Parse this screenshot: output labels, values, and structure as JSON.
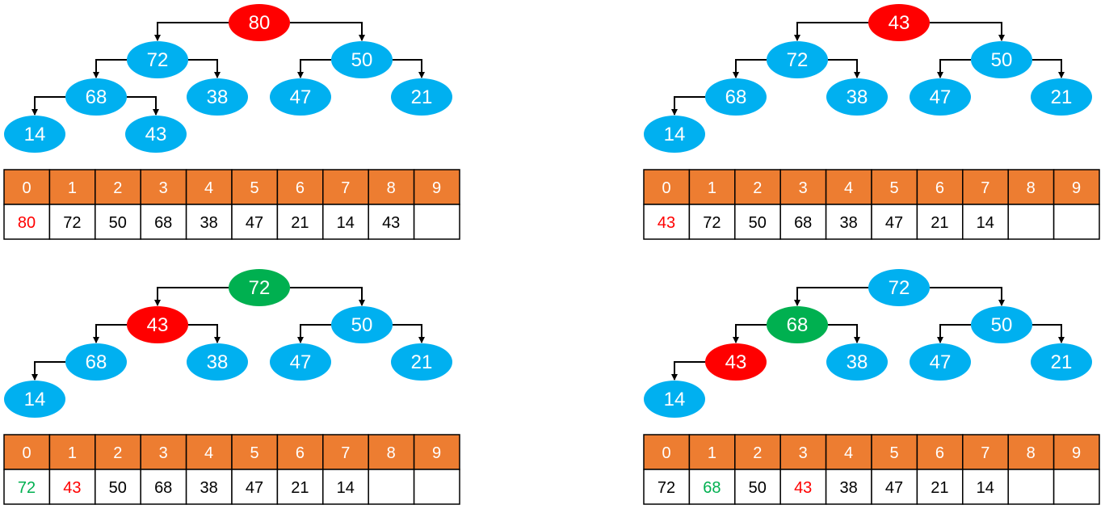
{
  "colors": {
    "node_default": "#00b0f0",
    "node_red": "#ff0000",
    "node_green": "#00b050",
    "header_fill": "#ed7d31",
    "text_black": "#000000",
    "text_red": "#ff0000",
    "text_green": "#00b050",
    "edge": "#000000"
  },
  "panels": [
    {
      "id": "panel-1",
      "nodes": [
        {
          "value": "80",
          "state": "red"
        },
        {
          "value": "72",
          "state": "default"
        },
        {
          "value": "50",
          "state": "default"
        },
        {
          "value": "68",
          "state": "default"
        },
        {
          "value": "38",
          "state": "default"
        },
        {
          "value": "47",
          "state": "default"
        },
        {
          "value": "21",
          "state": "default"
        },
        {
          "value": "14",
          "state": "default"
        },
        {
          "value": "43",
          "state": "default"
        }
      ],
      "indices": [
        "0",
        "1",
        "2",
        "3",
        "4",
        "5",
        "6",
        "7",
        "8",
        "9"
      ],
      "cells": [
        {
          "value": "80",
          "state": "red"
        },
        {
          "value": "72",
          "state": "default"
        },
        {
          "value": "50",
          "state": "default"
        },
        {
          "value": "68",
          "state": "default"
        },
        {
          "value": "38",
          "state": "default"
        },
        {
          "value": "47",
          "state": "default"
        },
        {
          "value": "21",
          "state": "default"
        },
        {
          "value": "14",
          "state": "default"
        },
        {
          "value": "43",
          "state": "default"
        },
        {
          "value": "",
          "state": "default"
        }
      ]
    },
    {
      "id": "panel-2",
      "nodes": [
        {
          "value": "43",
          "state": "red"
        },
        {
          "value": "72",
          "state": "default"
        },
        {
          "value": "50",
          "state": "default"
        },
        {
          "value": "68",
          "state": "default"
        },
        {
          "value": "38",
          "state": "default"
        },
        {
          "value": "47",
          "state": "default"
        },
        {
          "value": "21",
          "state": "default"
        },
        {
          "value": "14",
          "state": "default"
        }
      ],
      "indices": [
        "0",
        "1",
        "2",
        "3",
        "4",
        "5",
        "6",
        "7",
        "8",
        "9"
      ],
      "cells": [
        {
          "value": "43",
          "state": "red"
        },
        {
          "value": "72",
          "state": "default"
        },
        {
          "value": "50",
          "state": "default"
        },
        {
          "value": "68",
          "state": "default"
        },
        {
          "value": "38",
          "state": "default"
        },
        {
          "value": "47",
          "state": "default"
        },
        {
          "value": "21",
          "state": "default"
        },
        {
          "value": "14",
          "state": "default"
        },
        {
          "value": "",
          "state": "default"
        },
        {
          "value": "",
          "state": "default"
        }
      ]
    },
    {
      "id": "panel-3",
      "nodes": [
        {
          "value": "72",
          "state": "green"
        },
        {
          "value": "43",
          "state": "red"
        },
        {
          "value": "50",
          "state": "default"
        },
        {
          "value": "68",
          "state": "default"
        },
        {
          "value": "38",
          "state": "default"
        },
        {
          "value": "47",
          "state": "default"
        },
        {
          "value": "21",
          "state": "default"
        },
        {
          "value": "14",
          "state": "default"
        }
      ],
      "indices": [
        "0",
        "1",
        "2",
        "3",
        "4",
        "5",
        "6",
        "7",
        "8",
        "9"
      ],
      "cells": [
        {
          "value": "72",
          "state": "green"
        },
        {
          "value": "43",
          "state": "red"
        },
        {
          "value": "50",
          "state": "default"
        },
        {
          "value": "68",
          "state": "default"
        },
        {
          "value": "38",
          "state": "default"
        },
        {
          "value": "47",
          "state": "default"
        },
        {
          "value": "21",
          "state": "default"
        },
        {
          "value": "14",
          "state": "default"
        },
        {
          "value": "",
          "state": "default"
        },
        {
          "value": "",
          "state": "default"
        }
      ]
    },
    {
      "id": "panel-4",
      "nodes": [
        {
          "value": "72",
          "state": "default"
        },
        {
          "value": "68",
          "state": "green"
        },
        {
          "value": "50",
          "state": "default"
        },
        {
          "value": "43",
          "state": "red"
        },
        {
          "value": "38",
          "state": "default"
        },
        {
          "value": "47",
          "state": "default"
        },
        {
          "value": "21",
          "state": "default"
        },
        {
          "value": "14",
          "state": "default"
        }
      ],
      "indices": [
        "0",
        "1",
        "2",
        "3",
        "4",
        "5",
        "6",
        "7",
        "8",
        "9"
      ],
      "cells": [
        {
          "value": "72",
          "state": "default"
        },
        {
          "value": "68",
          "state": "green"
        },
        {
          "value": "50",
          "state": "default"
        },
        {
          "value": "43",
          "state": "red"
        },
        {
          "value": "38",
          "state": "default"
        },
        {
          "value": "47",
          "state": "default"
        },
        {
          "value": "21",
          "state": "default"
        },
        {
          "value": "14",
          "state": "default"
        },
        {
          "value": "",
          "state": "default"
        },
        {
          "value": "",
          "state": "default"
        }
      ]
    }
  ]
}
